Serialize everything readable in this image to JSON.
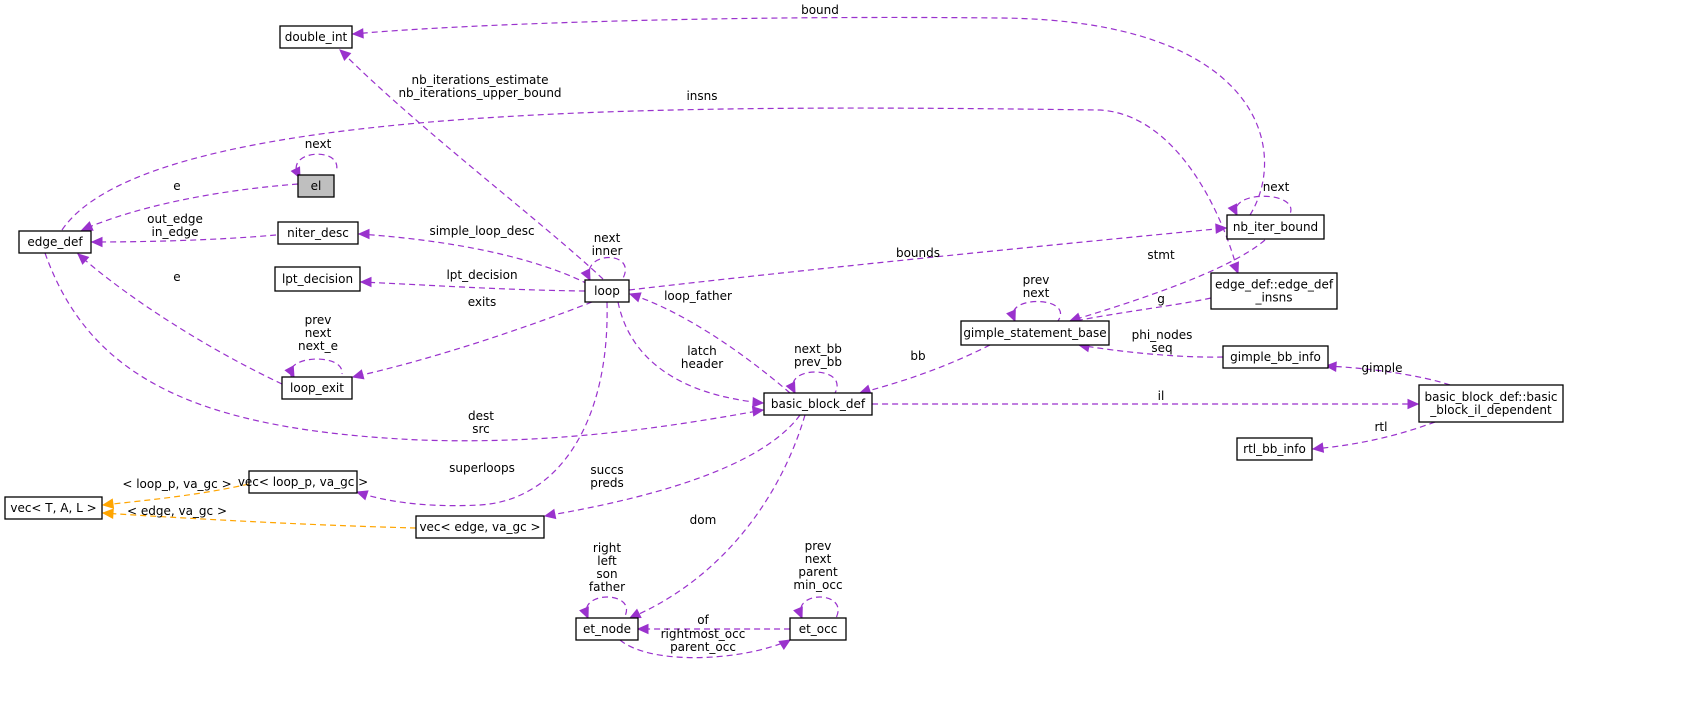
{
  "colors": {
    "usage_edge": "#9a32cd",
    "template_edge": "#ffa500",
    "node_border": "#000000",
    "focus_fill": "#bfbfbf",
    "node_fill": "#ffffff"
  },
  "nodes": [
    {
      "id": "el",
      "label": "el",
      "focus": true
    },
    {
      "id": "edge_def",
      "label": "edge_def"
    },
    {
      "id": "double_int",
      "label": "double_int"
    },
    {
      "id": "niter_desc",
      "label": "niter_desc"
    },
    {
      "id": "lpt_decision",
      "label": "lpt_decision"
    },
    {
      "id": "loop_exit",
      "label": "loop_exit"
    },
    {
      "id": "loop",
      "label": "loop"
    },
    {
      "id": "vec_loop_p",
      "label": "vec< loop_p, va_gc >"
    },
    {
      "id": "vec_T",
      "label": "vec< T, A, L >"
    },
    {
      "id": "vec_edge",
      "label": "vec< edge, va_gc >"
    },
    {
      "id": "basic_block_def",
      "label": "basic_block_def"
    },
    {
      "id": "et_node",
      "label": "et_node"
    },
    {
      "id": "et_occ",
      "label": "et_occ"
    },
    {
      "id": "gimple_statement_base",
      "label": "gimple_statement_base"
    },
    {
      "id": "nb_iter_bound",
      "label": "nb_iter_bound"
    },
    {
      "id": "edge_def_insns",
      "label": "edge_def::edge_def\n_insns"
    },
    {
      "id": "gimple_bb_info",
      "label": "gimple_bb_info"
    },
    {
      "id": "bb_il_dep",
      "label": "basic_block_def::basic\n_block_il_dependent"
    },
    {
      "id": "rtl_bb_info",
      "label": "rtl_bb_info"
    }
  ],
  "edge_labels": {
    "el_self": "next",
    "el_edge": "e",
    "niter_edge": "out_edge\nin_edge",
    "loopexit_edge": "e",
    "loopexit_self": "prev\nnext\nnext_e",
    "loop_double": "nb_iterations_estimate\nnb_iterations_upper_bound",
    "insns": "insns",
    "bound": "bound",
    "loop_self": "next\ninner",
    "simple_loop_desc": "simple_loop_desc",
    "lpt_decision": "lpt_decision",
    "exits": "exits",
    "bounds": "bounds",
    "nb_self": "next",
    "stmt": "stmt",
    "loop_father": "loop_father",
    "latch_header": "latch\nheader",
    "bb_self": "next_bb\nprev_bb",
    "gimple_self": "prev\nnext",
    "g": "g",
    "bb": "bb",
    "phi_seq": "phi_nodes\nseq",
    "gimple": "gimple",
    "il": "il",
    "rtl": "rtl",
    "dest_src": "dest\nsrc",
    "superloops": "superloops",
    "succs_preds": "succs\npreds",
    "dom": "dom",
    "tmpl_loop_p": "< loop_p, va_gc >",
    "tmpl_edge": "< edge, va_gc >",
    "et_self": "right\nleft\nson\nfather",
    "occ_self": "prev\nnext\nparent\nmin_occ",
    "of": "of",
    "rightmost_parent": "rightmost_occ\nparent_occ"
  }
}
